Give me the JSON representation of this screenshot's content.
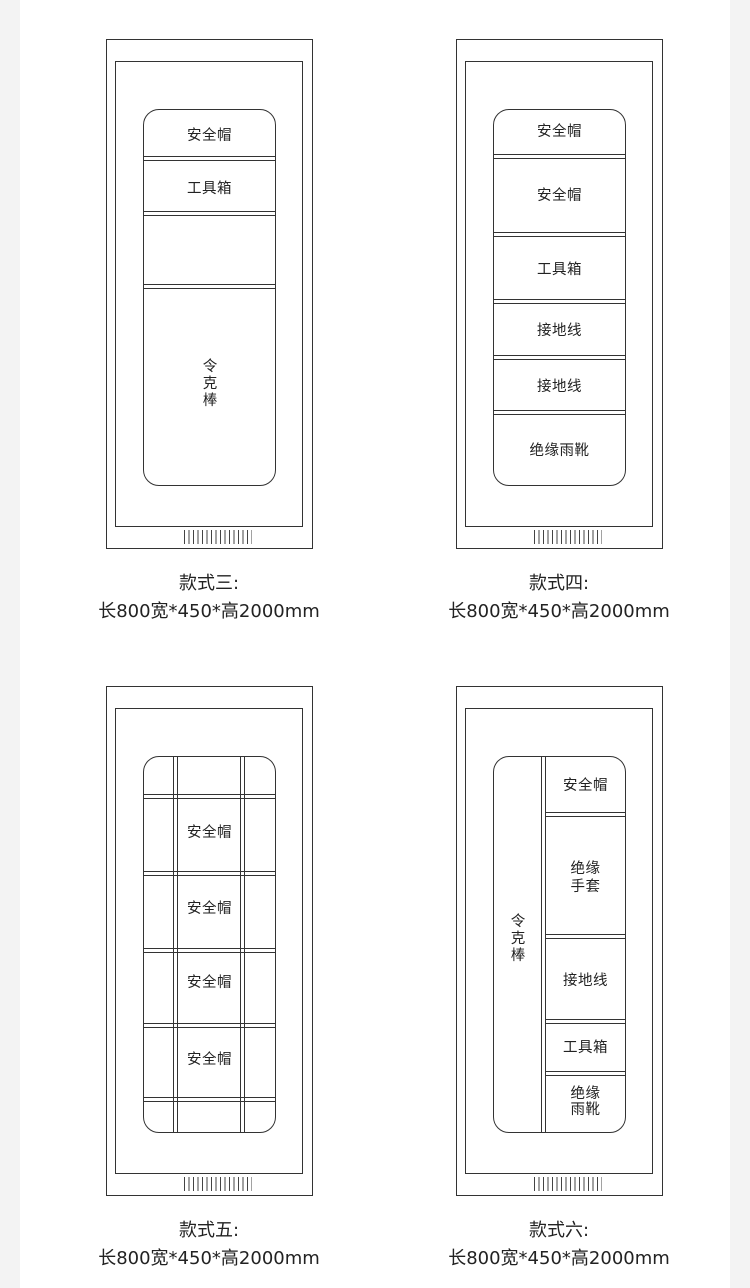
{
  "styles": [
    {
      "title": "款式三:",
      "dims": "长800宽*450*高2000mm",
      "compartments": [
        "安全帽",
        "工具箱",
        "令克棒"
      ]
    },
    {
      "title": "款式四:",
      "dims": "长800宽*450*高2000mm",
      "compartments": [
        "安全帽",
        "安全帽",
        "工具箱",
        "接地线",
        "接地线",
        "绝缘雨靴"
      ]
    },
    {
      "title": "款式五:",
      "dims": "长800宽*450*高2000mm",
      "compartments": [
        "安全帽",
        "安全帽",
        "安全帽",
        "安全帽"
      ]
    },
    {
      "title": "款式六:",
      "dims": "长800宽*450*高2000mm",
      "side_compartment": "令克棒",
      "compartments": [
        "安全帽",
        "绝缘\n手套",
        "接地线",
        "工具箱",
        "绝缘\n雨靴"
      ]
    }
  ]
}
